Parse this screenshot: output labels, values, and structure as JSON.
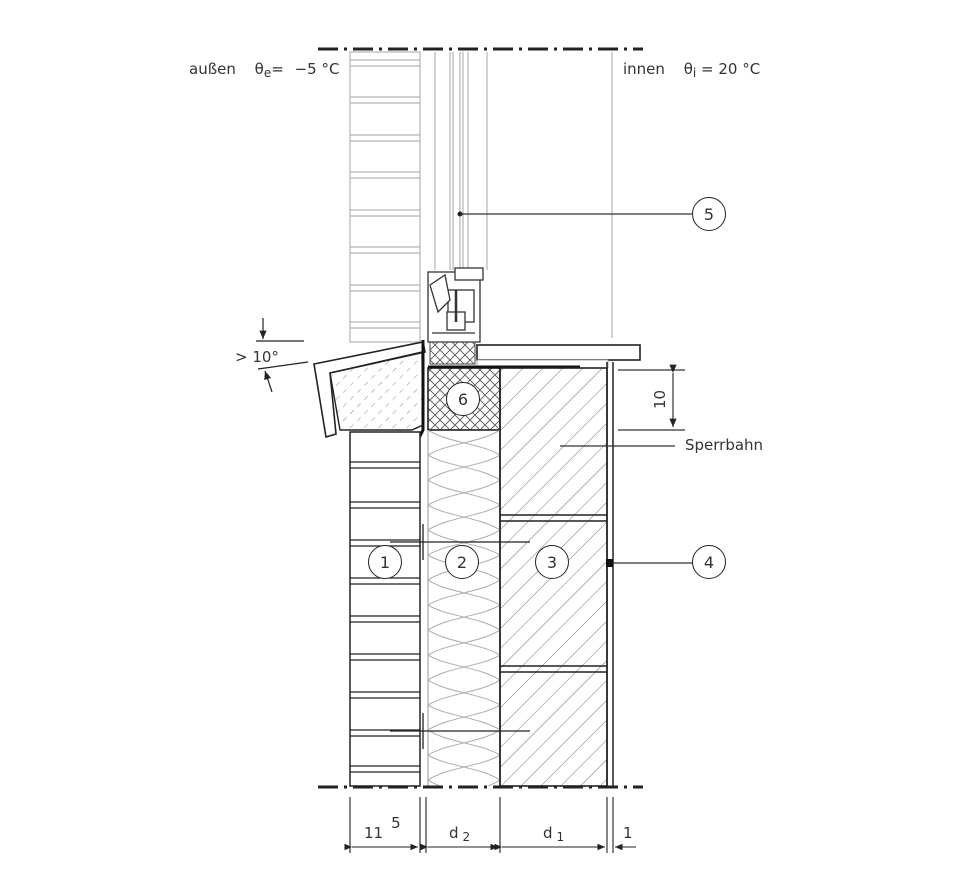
{
  "header": {
    "outside": {
      "label": "außen",
      "symbol": "θ",
      "subscript": "e",
      "equals": "=",
      "value": "−5 °C"
    },
    "inside": {
      "label": "innen",
      "symbol": "θ",
      "subscript": "i",
      "equals": "=",
      "value": "20 °C"
    }
  },
  "annotations": {
    "slope": "> 10°",
    "height_dim": "10",
    "membrane": "Sperrbahn"
  },
  "callouts": [
    {
      "id": "1",
      "label": "1"
    },
    {
      "id": "2",
      "label": "2"
    },
    {
      "id": "3",
      "label": "3"
    },
    {
      "id": "4",
      "label": "4"
    },
    {
      "id": "5",
      "label": "5"
    },
    {
      "id": "6",
      "label": "6"
    }
  ],
  "dimensions": {
    "brick": {
      "main": "11",
      "sup": "5"
    },
    "insulation": {
      "main": "d",
      "sub": "2"
    },
    "masonry": {
      "main": "d",
      "sub": "1"
    },
    "plaster": {
      "main": "1"
    }
  },
  "colors": {
    "line": "#222222",
    "light": "#b0b0b0",
    "text": "#333333"
  }
}
